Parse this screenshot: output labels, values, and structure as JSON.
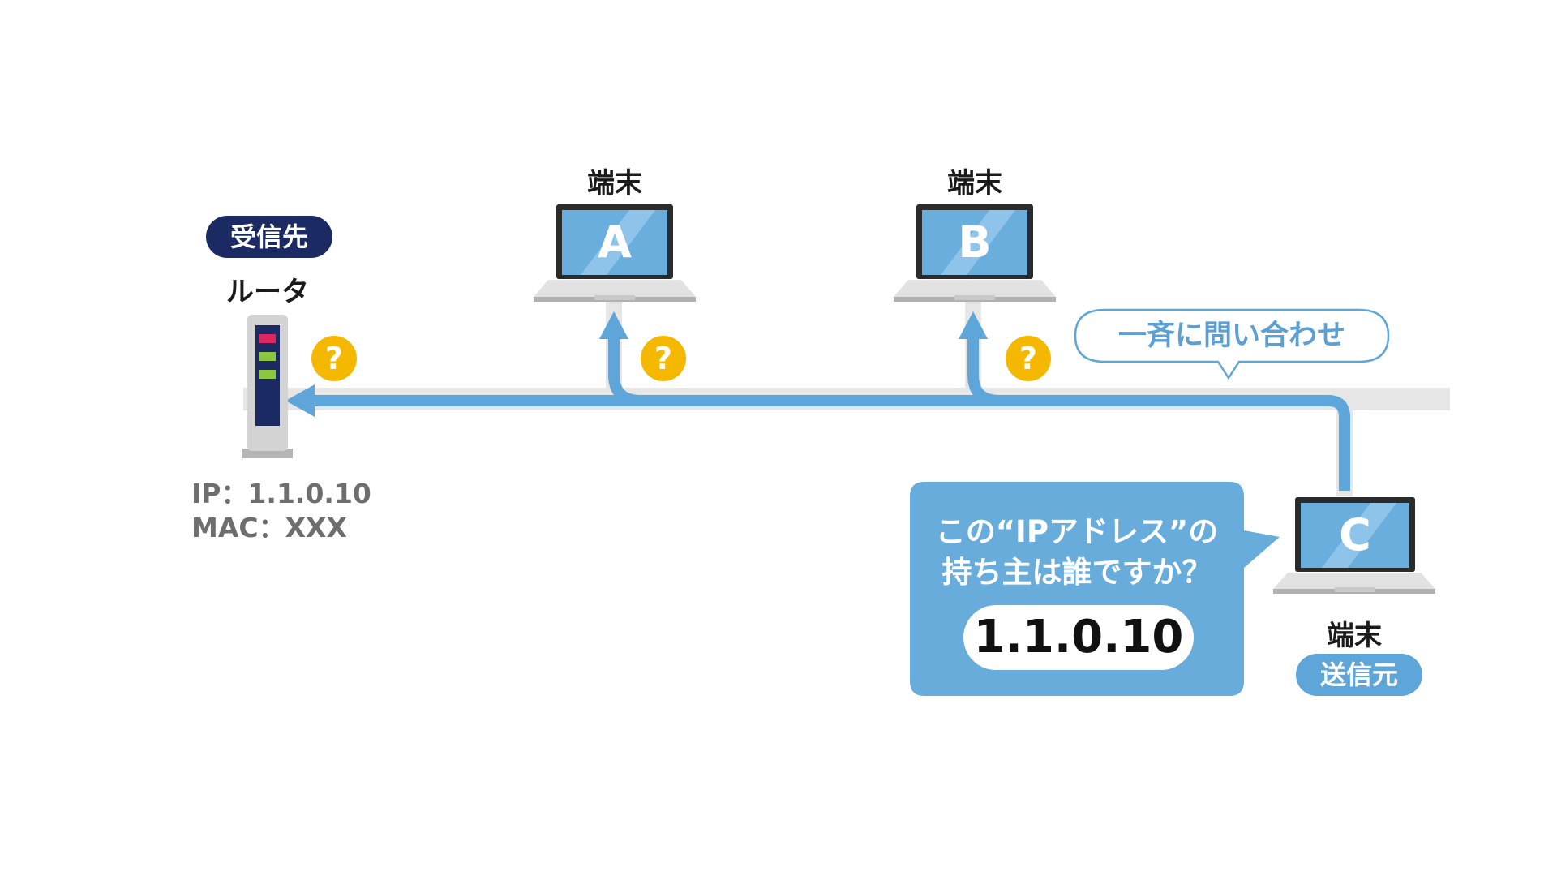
{
  "router": {
    "badge": "受信先",
    "name": "ルータ",
    "ip": "IP：1.1.0.10",
    "mac": "MAC：XXX"
  },
  "terminals": [
    {
      "caption": "端末",
      "letter": "A"
    },
    {
      "caption": "端末",
      "letter": "B"
    },
    {
      "caption": "端末",
      "letter": "C",
      "badge": "送信元"
    }
  ],
  "broadcast_label": "一斉に問い合わせ",
  "question_bubble": {
    "line1": "この“IPアドレス”の",
    "line2": "持ち主は誰ですか？",
    "ip": "1.1.0.10"
  },
  "question_mark": "?",
  "colors": {
    "navy": "#1b2a63",
    "arrow_blue": "#5ea6da",
    "bubble_blue": "#68acdb",
    "screen_blue": "#6aaede",
    "line_gray": "#e5e5e5",
    "question_yellow": "#f5b800"
  }
}
